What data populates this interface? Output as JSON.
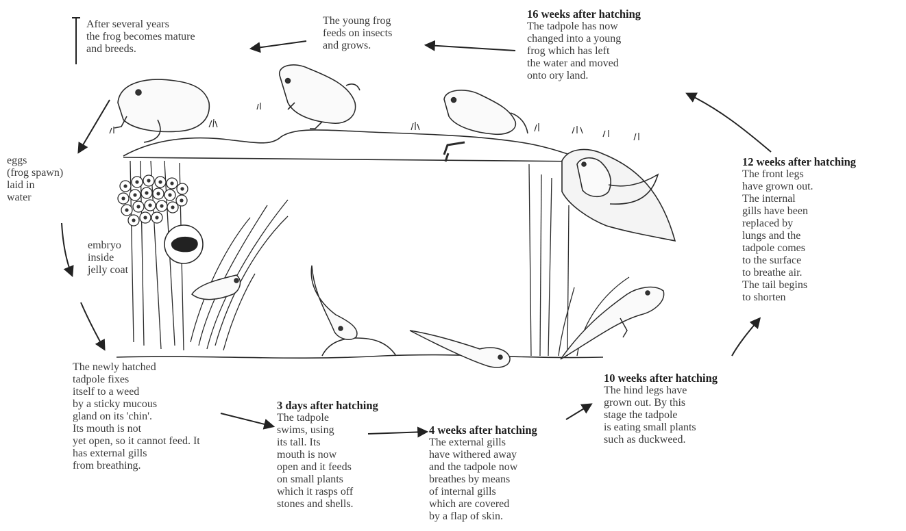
{
  "stages": {
    "mature": {
      "lines": [
        "After several years",
        "the frog becomes mature",
        "and breeds."
      ]
    },
    "young_frog": {
      "lines": [
        "The young frog",
        "feeds on insects",
        "and grows."
      ]
    },
    "week16": {
      "heading": "16 weeks after hatching",
      "lines": [
        "The tadpole has now",
        "changed into a young",
        "frog which has left",
        "the water and moved",
        "onto ory land."
      ]
    },
    "eggs": {
      "lines": [
        "eggs",
        "(frog spawn)",
        "laid in",
        "water"
      ]
    },
    "embryo": {
      "lines": [
        "embryo",
        "inside",
        "jelly coat"
      ]
    },
    "week12": {
      "heading": "12 weeks after hatching",
      "lines": [
        "The front legs",
        "have grown out.",
        "The internal",
        "gills have been",
        "replaced by",
        "lungs and the",
        "tadpole comes",
        "to the surface",
        "to breathe air.",
        "The tail begins",
        "to shorten"
      ]
    },
    "hatched": {
      "lines": [
        "The newly hatched",
        "tadpole fixes",
        "itself to a weed",
        "by a sticky mucous",
        "gland on its 'chin'.",
        "Its mouth is not",
        "yet open, so it cannot feed. It",
        "has external gills",
        "from breathing."
      ]
    },
    "day3": {
      "heading": "3 days after hatching",
      "lines": [
        "The tadpole",
        "swims, using",
        "its tall. Its",
        "mouth is now",
        "open and it feeds",
        "on small plants",
        "which it rasps off",
        "stones and shells."
      ]
    },
    "week4": {
      "heading": "4 weeks after hatching",
      "lines": [
        "The external gills",
        "have withered away",
        "and the tadpole now",
        "breathes by means",
        "of internal gills",
        "which are covered",
        "by a flap of skin."
      ]
    },
    "week10": {
      "heading": "10 weeks after hatching",
      "lines": [
        "The hind legs have",
        "grown out. By this",
        "stage the tadpole",
        "is eating small plants",
        "such as duckweed."
      ]
    }
  },
  "colors": {
    "ink": "#2a2a2a",
    "text": "#3a3a3a",
    "heading": "#1e1e1e",
    "background": "#ffffff"
  }
}
